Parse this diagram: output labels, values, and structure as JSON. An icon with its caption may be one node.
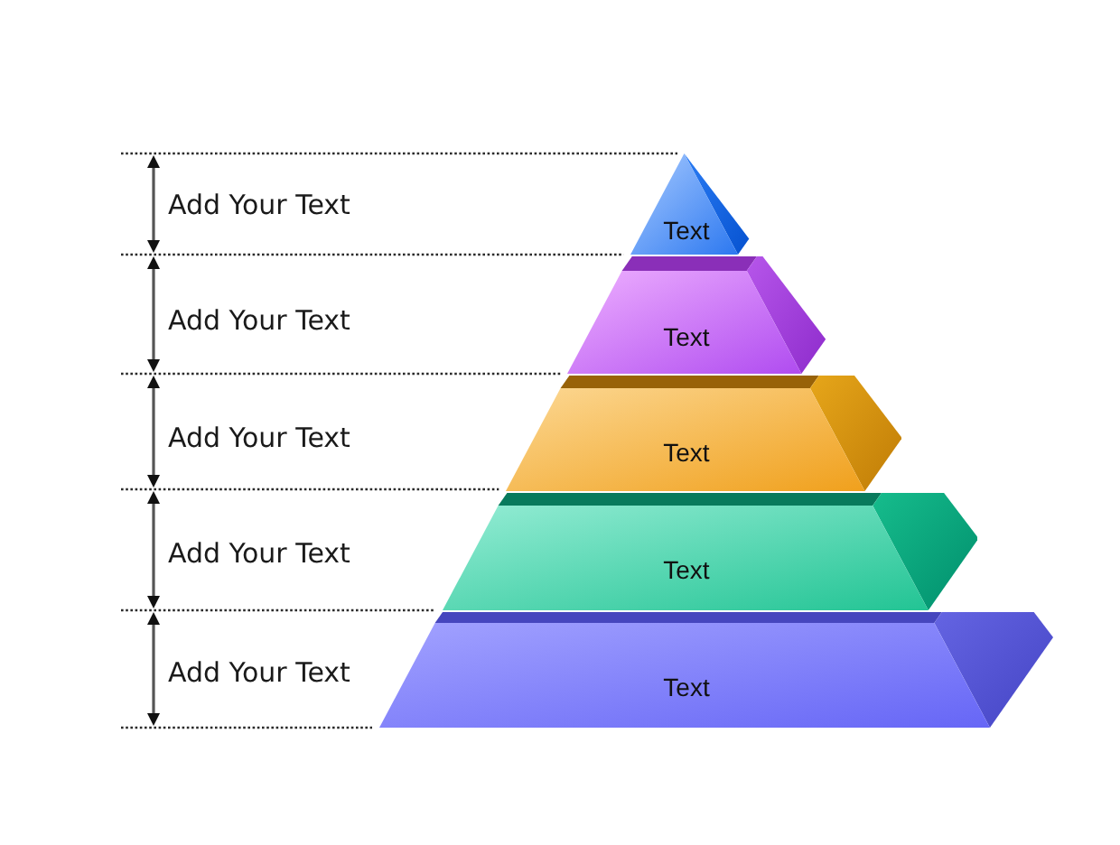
{
  "diagram": {
    "nodes": [
      {
        "text": [
          "Text"
        ]
      },
      {
        "text": [
          "Text"
        ]
      },
      {
        "text": [
          "Text"
        ]
      },
      {
        "text": [
          "Text"
        ]
      },
      {
        "text": [
          "Text"
        ]
      }
    ],
    "labels": [
      "Add Your Text",
      "Add Your Text",
      "Add Your Text",
      "Add Your Text",
      "Add Your Text"
    ]
  }
}
